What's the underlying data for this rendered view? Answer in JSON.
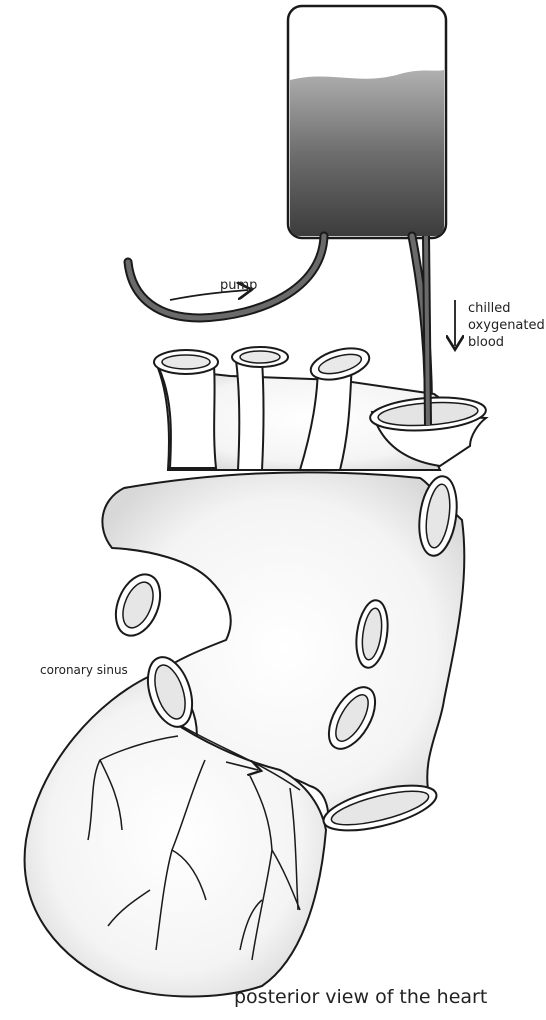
{
  "labels": {
    "pump": "pump",
    "blood_line1": "chilled",
    "blood_line2": "oxygenated",
    "blood_line3": "blood",
    "coronary_sinus": "coronary sinus",
    "caption": "posterior view of the heart"
  },
  "colors": {
    "outline": "#1a1a1a",
    "fill_light": "#ffffff",
    "fill_shadow": "#dcdcdc",
    "tube": "#555555",
    "bag_dark": "#3a3a3a",
    "bag_light": "#9a9a9a"
  }
}
